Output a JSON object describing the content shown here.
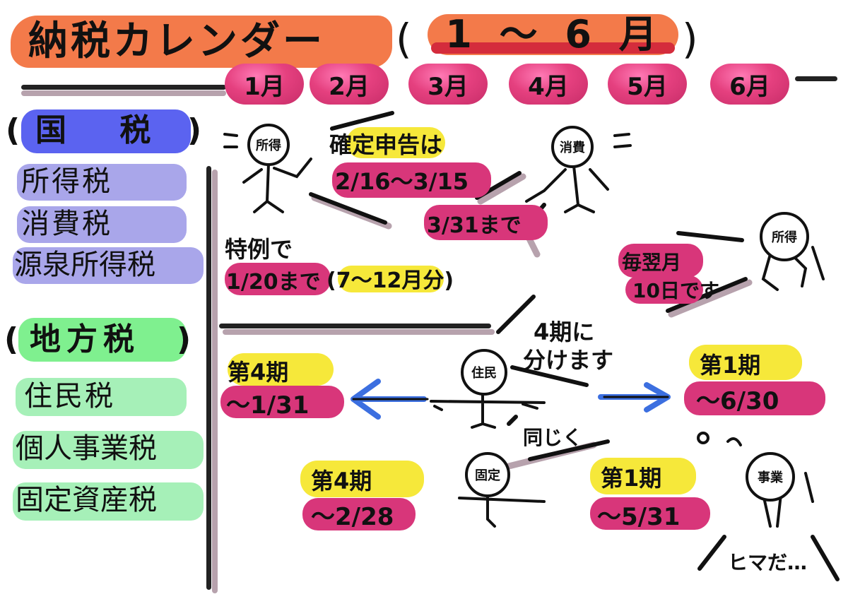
{
  "title": {
    "text": "納税カレンダー",
    "paren_open": "(",
    "range": "1 〜 6 月",
    "paren_close": ")"
  },
  "months": [
    "1月",
    "2月",
    "3月",
    "4月",
    "5月",
    "6月"
  ],
  "national": {
    "heading": "国 税",
    "paren_open": "(",
    "paren_close": ")",
    "items": [
      "所得税",
      "消費税",
      "源泉所得税"
    ]
  },
  "local": {
    "heading": "地方税",
    "paren_open": "(",
    "paren_close": ")",
    "items": [
      "住民税",
      "個人事業税",
      "固定資産税"
    ]
  },
  "figures": {
    "income": "所得",
    "consumption": "消費",
    "withholding": "所得",
    "resident": "住民",
    "fixed": "固定",
    "business": "事業"
  },
  "notes": {
    "kakutei": "確定申告は",
    "kakutei_period": "2/16〜3/15",
    "consumption_due": "3/31まで",
    "tokurei": "特例で",
    "tokurei_due": "1/20まで",
    "tokurei_range": "(7〜12月分)",
    "monthly": "毎翌月",
    "monthly_due": "10日です",
    "four_periods_1": "4期に",
    "four_periods_2": "分けます",
    "resident_q4": "第4期",
    "resident_q4_due": "〜1/31",
    "resident_q1": "第1期",
    "resident_q1_due": "〜6/30",
    "onaji": "同じく",
    "fixed_q4": "第4期",
    "fixed_q4_due": "〜2/28",
    "fixed_q1": "第1期",
    "fixed_q1_due": "〜5/31",
    "business_bubble": "o〜",
    "business_idle": "ヒマだ…"
  },
  "colors": {
    "title_orange": "#f37a4a",
    "month_pink": "#e5407f",
    "national_blue": "#5b63f0",
    "national_item": "#a9a6ea",
    "local_green": "#7ff08f",
    "local_item": "#a6f0b8",
    "highlight_pink": "#d8367a",
    "highlight_yellow": "#f6e83a",
    "arrow_blue": "#3c6fe0"
  }
}
